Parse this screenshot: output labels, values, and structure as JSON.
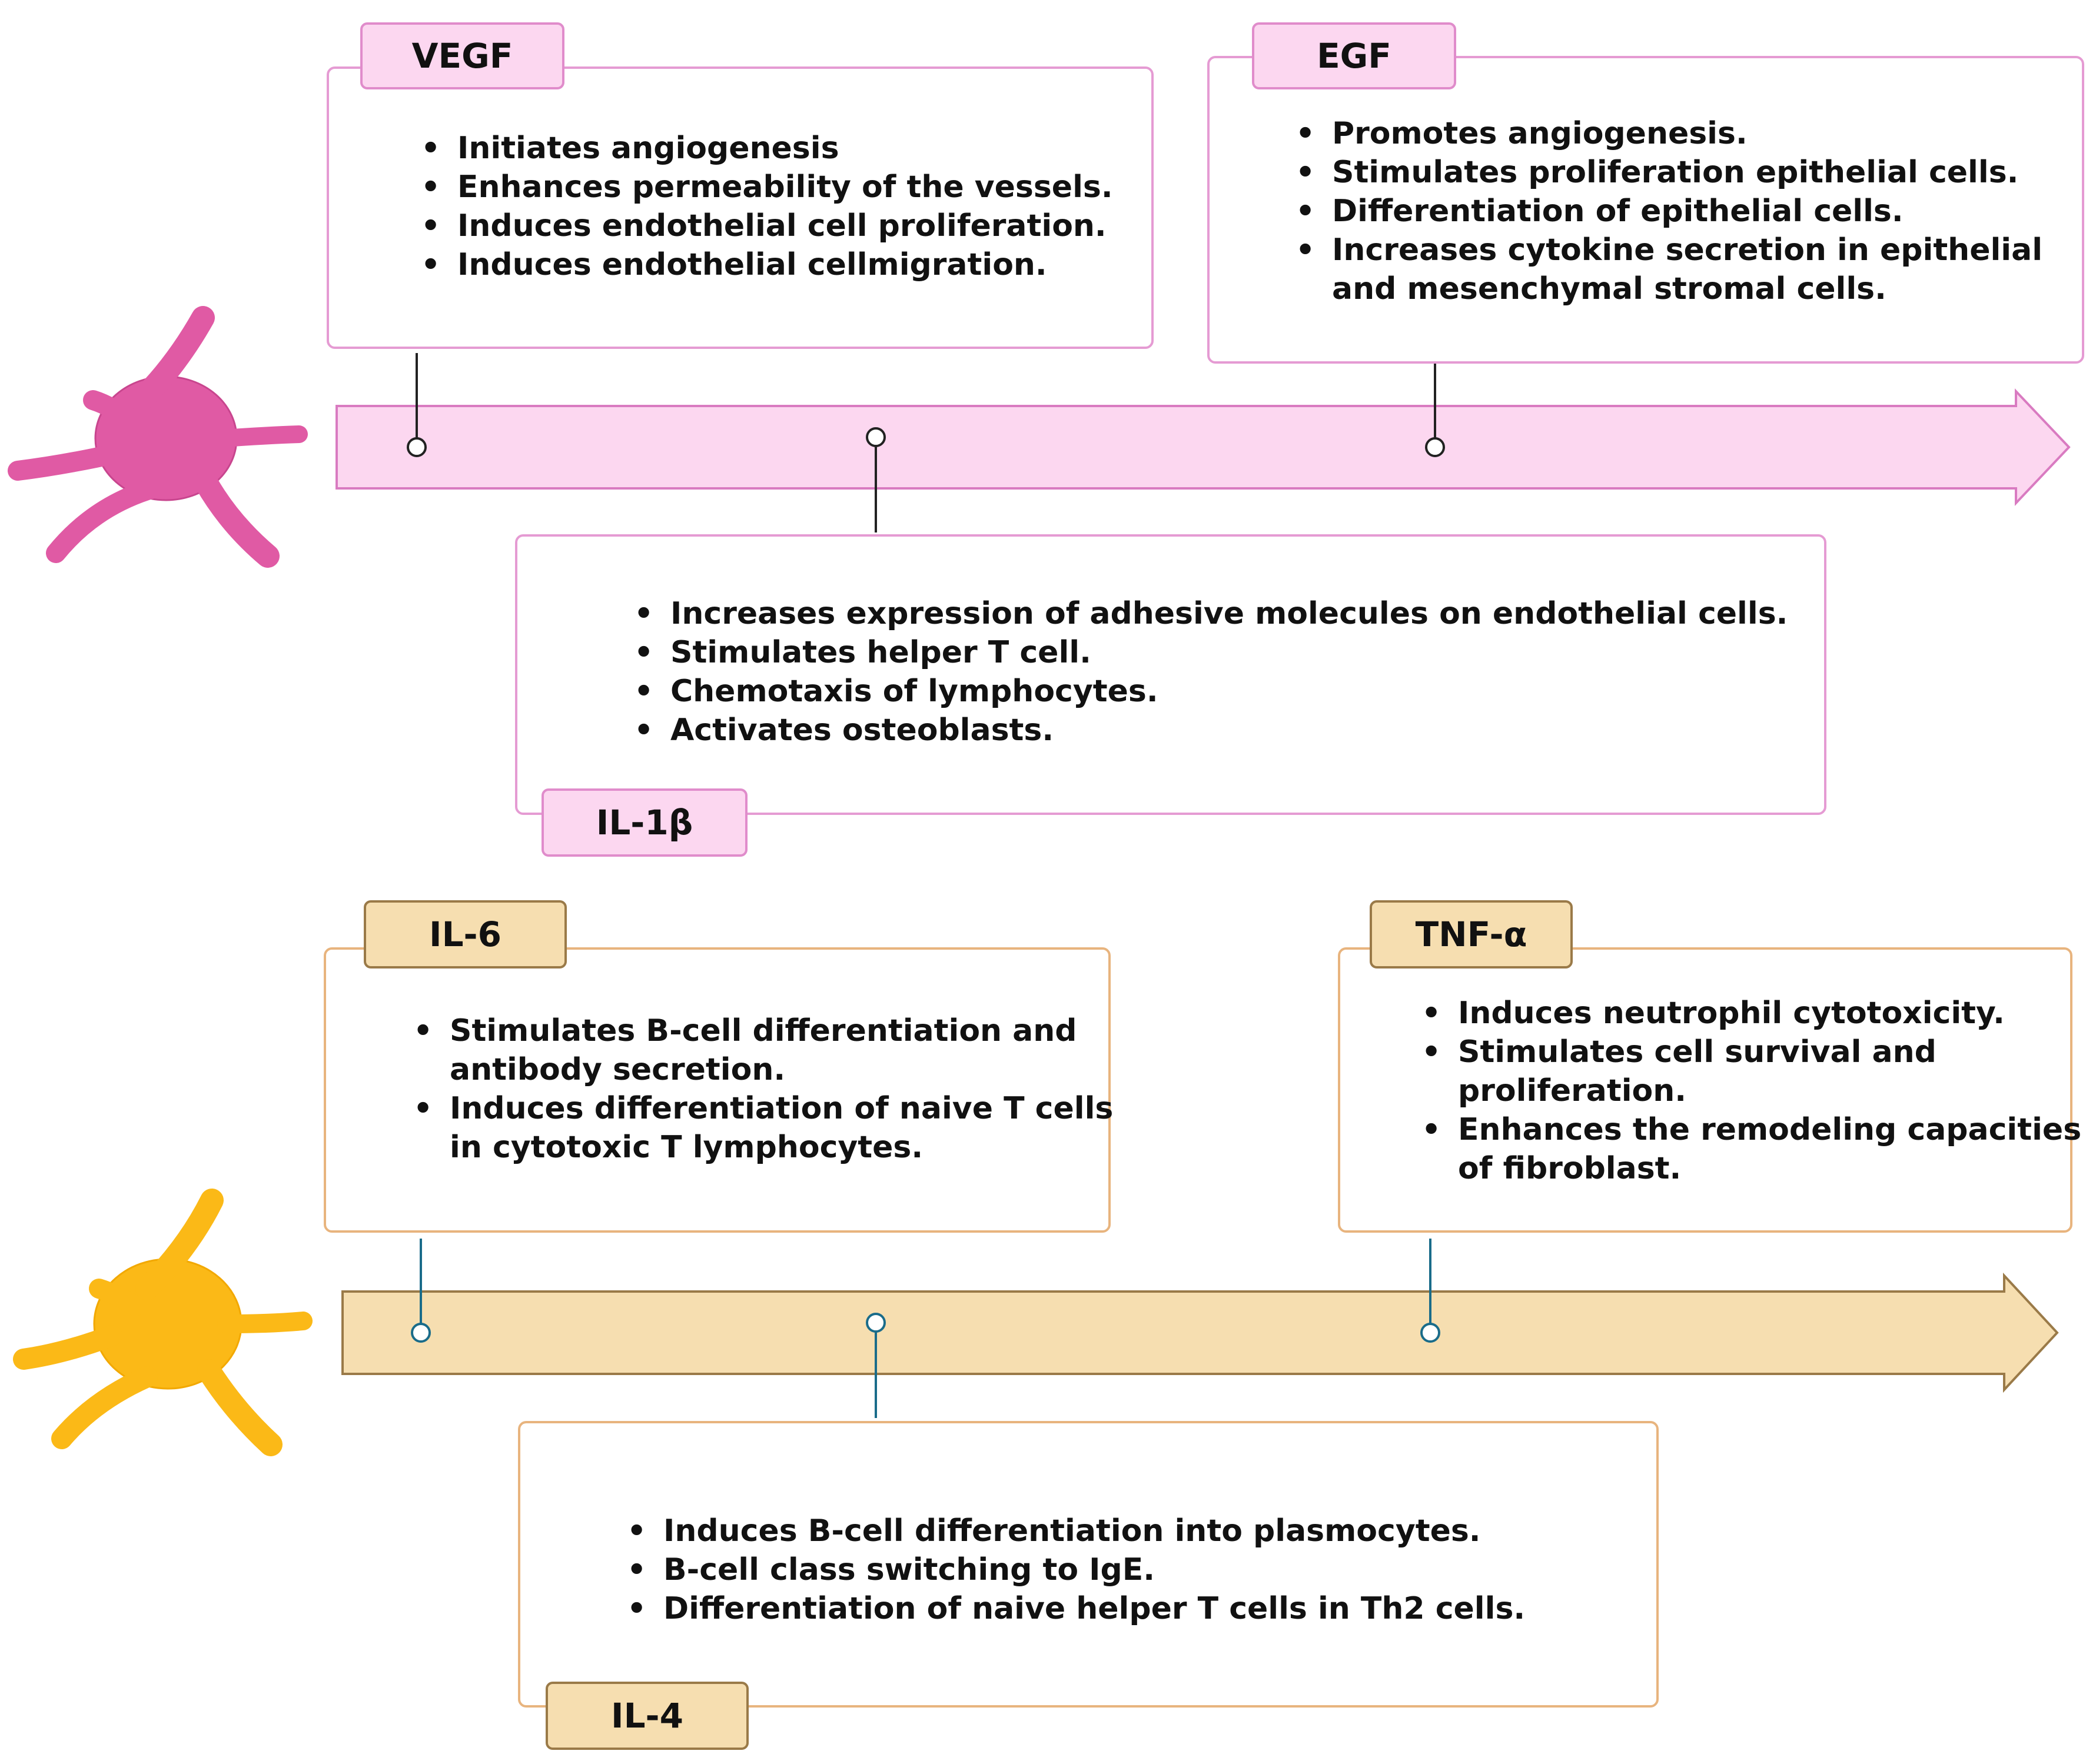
{
  "colors": {
    "pink_fill": "#fcd7f0",
    "pink_border": "#e59bd3",
    "pink_cell": "#e05aa4",
    "tan_fill": "#f6deb0",
    "tan_border": "#e8b47e",
    "yellow_cell": "#fbb917",
    "blue_connector": "#1a6c8a"
  },
  "icons": [
    "dendritic-cell-pink-icon",
    "dendritic-cell-yellow-icon"
  ],
  "boxes": {
    "vegf": {
      "label": "VEGF",
      "items": [
        "Initiates angiogenesis",
        "Enhances permeability of the vessels.",
        "Induces endothelial cell proliferation.",
        "Induces endothelial cellmigration."
      ]
    },
    "egf": {
      "label": "EGF",
      "items": [
        "Promotes angiogenesis.",
        "Stimulates proliferation epithelial cells.",
        "Differentiation of epithelial cells.",
        "Increases cytokine secretion in epithelial and mesenchymal stromal cells."
      ]
    },
    "il1b": {
      "label": "IL-1β",
      "items": [
        "Increases expression of adhesive molecules on endothelial cells.",
        "Stimulates helper T cell.",
        "Chemotaxis of lymphocytes.",
        "Activates osteoblasts."
      ]
    },
    "il6": {
      "label": "IL-6",
      "items": [
        "Stimulates B-cell differentiation and antibody secretion.",
        "Induces differentiation of naive T cells in cytotoxic T lymphocytes."
      ]
    },
    "tnfa": {
      "label": "TNF-α",
      "items": [
        "Induces neutrophil cytotoxicity.",
        "Stimulates cell survival and proliferation.",
        "Enhances the remodeling capacities of fibroblast."
      ]
    },
    "il4": {
      "label": "IL-4",
      "items": [
        "Induces B-cell differentiation into plasmocytes.",
        "B-cell class switching to IgE.",
        "Differentiation of naive helper T cells in Th2 cells."
      ]
    }
  }
}
